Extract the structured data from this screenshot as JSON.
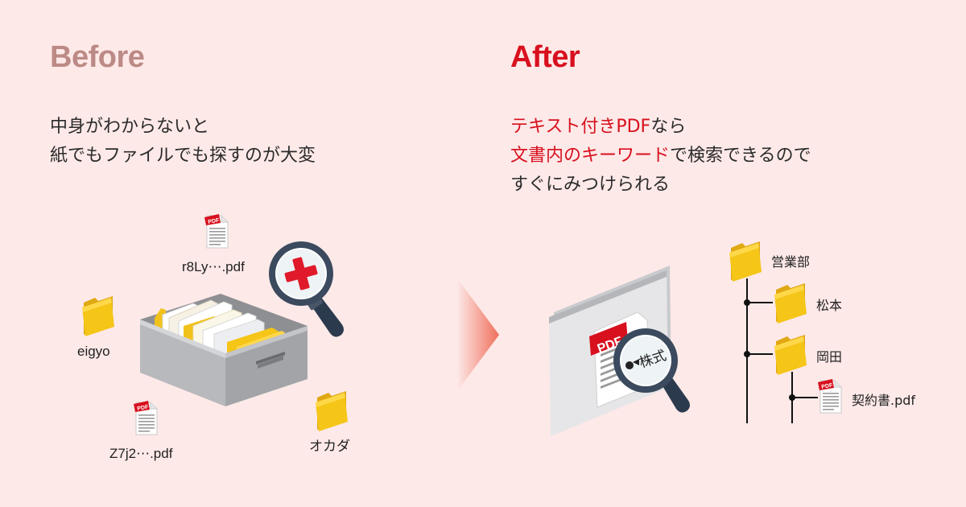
{
  "before": {
    "heading": "Before",
    "desc_line1": "中身がわからないと",
    "desc_line2": "紙でもファイルでも探すのが大変",
    "files": {
      "pdf_top": "r8Ly⋯.pdf",
      "folder_left": "eigyo",
      "pdf_bottom": "Z7j2⋯.pdf",
      "folder_right": "オカダ"
    }
  },
  "after": {
    "heading": "After",
    "desc_line1_red": "テキスト付きPDF",
    "desc_line1_rest": "なら",
    "desc_line2_red": "文書内のキーワード",
    "desc_line2_rest": "で検索できるので",
    "desc_line3": "すぐにみつけられる",
    "document_badge": "PDF",
    "lens_text": "株式",
    "tree": {
      "root": "営業部",
      "child1": "松本",
      "child2": "岡田",
      "file": "契約書.pdf"
    }
  },
  "icons": {
    "pdf_badge": "PDF",
    "pdf_color": "#d8101e",
    "folder_color": "#f3c01c",
    "arrow_color": "#f0806b"
  }
}
